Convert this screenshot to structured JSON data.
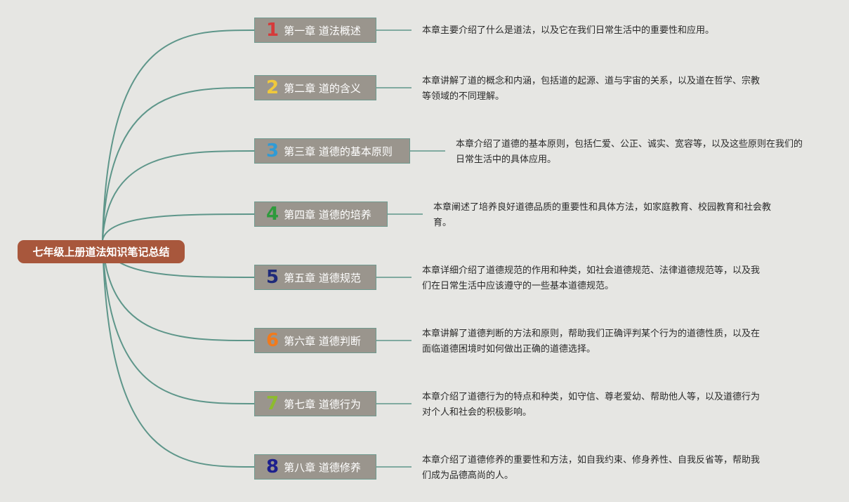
{
  "root": {
    "title": "七年级上册道法知识笔记总结"
  },
  "colors": {
    "background": "#e6e6e3",
    "root_fill": "#a8573c",
    "chapter_fill": "#9a958d",
    "connector": "#5e968a"
  },
  "chapters": [
    {
      "number": "1",
      "number_color": "#d63a3a",
      "label": "第一章 道法概述",
      "description": "本章主要介绍了什么是道法，以及它在我们日常生活中的重要性和应用。"
    },
    {
      "number": "2",
      "number_color": "#f0c93b",
      "label": "第二章 道的含义",
      "description": "本章讲解了道的概念和内涵，包括道的起源、道与宇宙的关系，以及道在哲学、宗教等领域的不同理解。"
    },
    {
      "number": "3",
      "number_color": "#2f9bd6",
      "label": "第三章 道德的基本原则",
      "description": "本章介绍了道德的基本原则，包括仁爱、公正、诚实、宽容等，以及这些原则在我们的日常生活中的具体应用。"
    },
    {
      "number": "4",
      "number_color": "#2e9a3c",
      "label": "第四章 道德的培养",
      "description": "本章阐述了培养良好道德品质的重要性和具体方法，如家庭教育、校园教育和社会教育。"
    },
    {
      "number": "5",
      "number_color": "#1e2a7a",
      "label": "第五章 道德规范",
      "description": "本章详细介绍了道德规范的作用和种类，如社会道德规范、法律道德规范等，以及我们在日常生活中应该遵守的一些基本道德规范。"
    },
    {
      "number": "6",
      "number_color": "#f07a1c",
      "label": "第六章 道德判断",
      "description": "本章讲解了道德判断的方法和原则，帮助我们正确评判某个行为的道德性质，以及在面临道德困境时如何做出正确的道德选择。"
    },
    {
      "number": "7",
      "number_color": "#8dbb2e",
      "label": "第七章 道德行为",
      "description": "本章介绍了道德行为的特点和种类，如守信、尊老爱幼、帮助他人等，以及道德行为对个人和社会的积极影响。"
    },
    {
      "number": "8",
      "number_color": "#1c1f8e",
      "label": "第八章 道德修养",
      "description": "本章介绍了道德修养的重要性和方法，如自我约束、修身养性、自我反省等，帮助我们成为品德高尚的人。"
    }
  ]
}
